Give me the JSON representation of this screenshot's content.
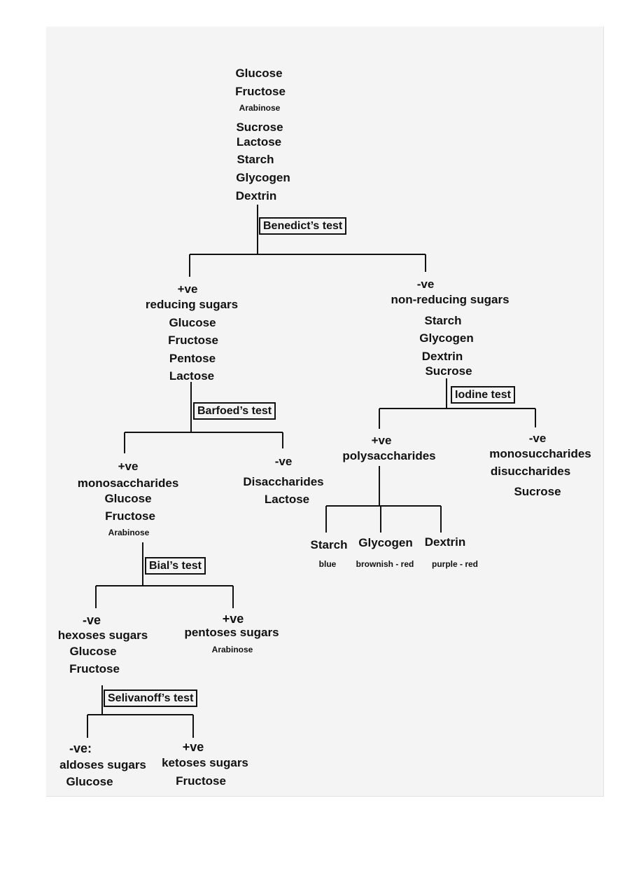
{
  "diagram": {
    "root": [
      "Glucose",
      "Fructose",
      "Arabinose",
      "Sucrose",
      "Lactose",
      "Starch",
      "Glycogen",
      "Dextrin"
    ],
    "tests": {
      "benedict": "Benedict’s test",
      "barfoed": "Barfoed’s test",
      "iodine": "Iodine test",
      "bial": "Bial’s test",
      "selivanoff": "Selivanoff’s test"
    },
    "benedict_pos": {
      "sign": "+ve",
      "label": "reducing sugars",
      "items": [
        "Glucose",
        "Fructose",
        "Pentose",
        "Lactose"
      ]
    },
    "benedict_neg": {
      "sign": "-ve",
      "label": "non-reducing sugars",
      "items": [
        "Starch",
        "Glycogen",
        "Dextrin",
        "Sucrose"
      ]
    },
    "barfoed_pos": {
      "sign": "+ve",
      "label": "monosaccharides",
      "items": [
        "Glucose",
        "Fructose",
        "Arabinose"
      ]
    },
    "barfoed_neg": {
      "sign": "-ve",
      "label": "Disaccharides",
      "items": [
        "Lactose"
      ]
    },
    "iodine_pos": {
      "sign": "+ve",
      "label": "polysaccharides"
    },
    "iodine_neg": {
      "sign": "-ve",
      "lines": [
        "monosuccharides",
        "disuccharides",
        "Sucrose"
      ]
    },
    "polysaccharides": [
      {
        "name": "Starch",
        "color": "blue"
      },
      {
        "name": "Glycogen",
        "color": "brownish - red"
      },
      {
        "name": "Dextrin",
        "color": "purple - red"
      }
    ],
    "bial_neg": {
      "sign": "-ve",
      "label": "hexoses sugars",
      "items": [
        "Glucose",
        "Fructose"
      ]
    },
    "bial_pos": {
      "sign": "+ve",
      "label": "pentoses sugars",
      "items": [
        "Arabinose"
      ]
    },
    "selivanoff_neg": {
      "sign": "-ve:",
      "label": "aldoses sugars",
      "items": [
        "Glucose"
      ]
    },
    "selivanoff_pos": {
      "sign": "+ve",
      "label": "ketoses sugars",
      "items": [
        "Fructose"
      ]
    }
  }
}
